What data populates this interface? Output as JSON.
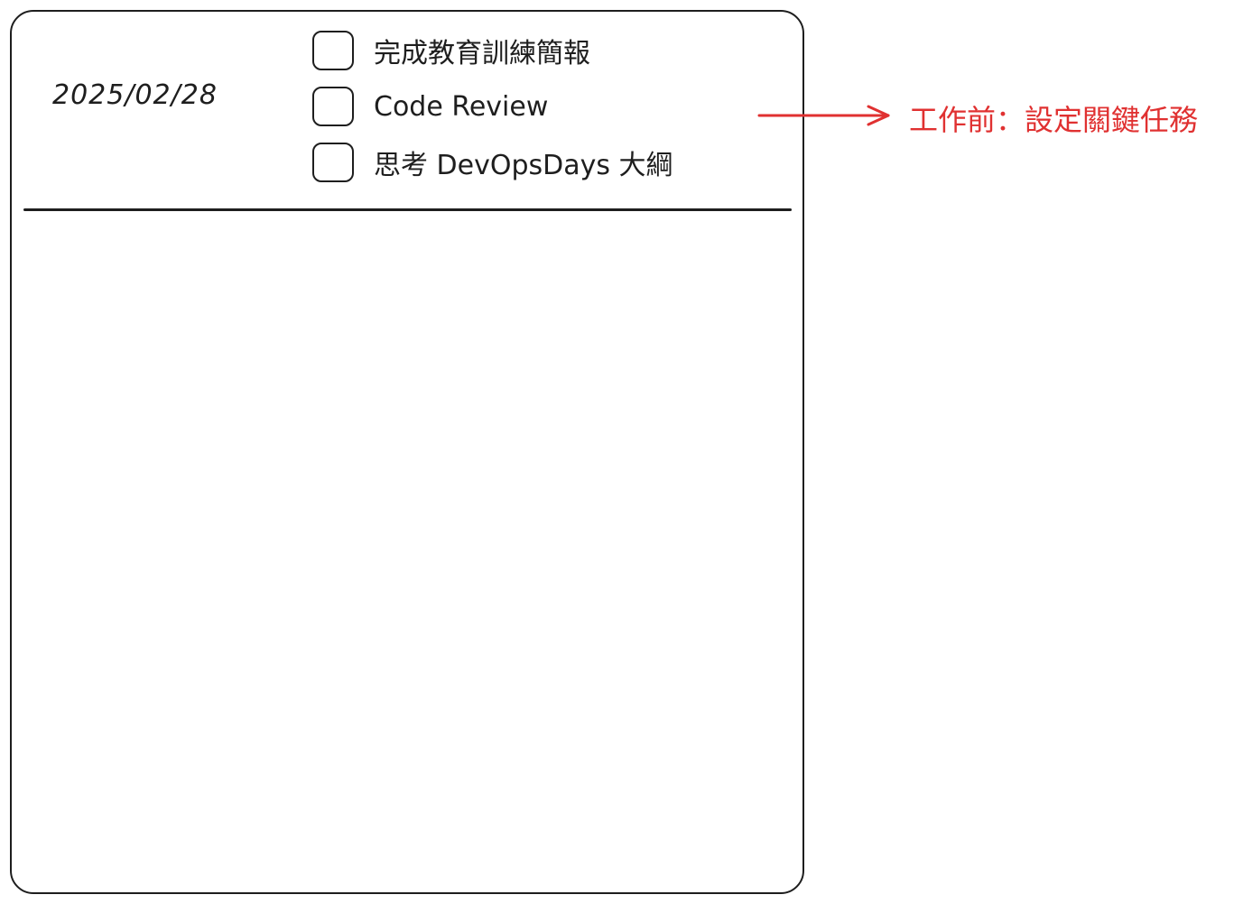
{
  "date": "2025/02/28",
  "tasks": [
    {
      "label": "完成教育訓練簡報",
      "checked": false
    },
    {
      "label": "Code Review",
      "checked": false
    },
    {
      "label": "思考 DevOpsDays 大綱",
      "checked": false
    }
  ],
  "annotation": "工作前：設定關鍵任務",
  "colors": {
    "ink": "#1e1e1e",
    "accent": "#e03131"
  }
}
